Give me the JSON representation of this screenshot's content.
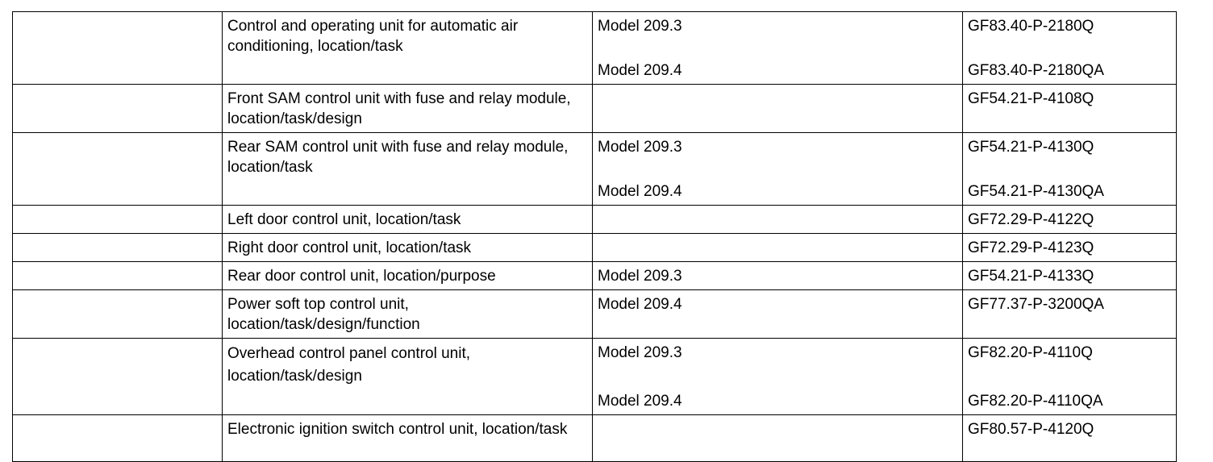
{
  "rows": [
    {
      "component": "Control and operating unit for automatic air conditioning, location/task",
      "models": [
        "Model 209.3",
        "Model 209.4"
      ],
      "documents": [
        "GF83.40-P-2180Q",
        "GF83.40-P-2180QA"
      ]
    },
    {
      "component": "Front SAM control unit with fuse and relay module, location/task/design",
      "models": [],
      "documents": [
        "GF54.21-P-4108Q"
      ]
    },
    {
      "component": "Rear SAM control unit with fuse and relay module, location/task",
      "models": [
        "Model 209.3",
        "Model 209.4"
      ],
      "documents": [
        "GF54.21-P-4130Q",
        "GF54.21-P-4130QA"
      ]
    },
    {
      "component": "Left door control unit, location/task",
      "models": [],
      "documents": [
        "GF72.29-P-4122Q"
      ]
    },
    {
      "component": "Right door control unit, location/task",
      "models": [],
      "documents": [
        "GF72.29-P-4123Q"
      ]
    },
    {
      "component": "Rear door control unit, location/purpose",
      "models": [
        "Model 209.3"
      ],
      "documents": [
        "GF54.21-P-4133Q"
      ]
    },
    {
      "component": "Power soft top control unit, location/task/design/function",
      "models": [
        "Model 209.4"
      ],
      "documents": [
        "GF77.37-P-3200QA"
      ]
    },
    {
      "component": "Overhead control panel control unit, location/task/design",
      "models": [
        "Model 209.3",
        "Model 209.4"
      ],
      "documents": [
        "GF82.20-P-4110Q",
        "GF82.20-P-4110QA"
      ]
    },
    {
      "component": "Electronic ignition switch control unit, location/task",
      "models": [],
      "documents": [
        "GF80.57-P-4120Q"
      ]
    }
  ]
}
